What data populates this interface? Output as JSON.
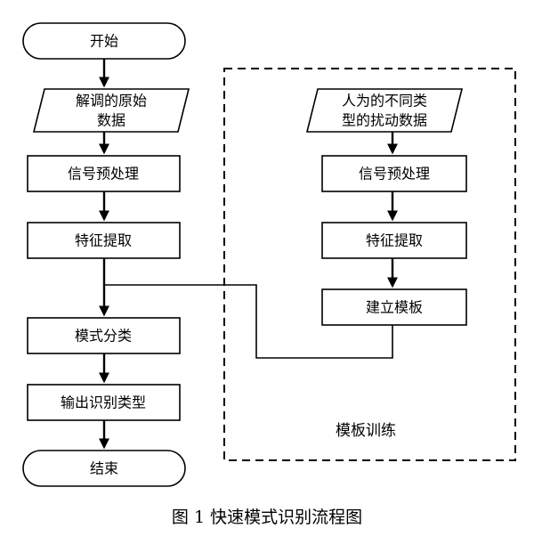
{
  "flow": {
    "start": "开始",
    "input_line1": "解调的原始",
    "input_line2": "数据",
    "preprocess": "信号预处理",
    "feature": "特征提取",
    "classify": "模式分类",
    "output": "输出识别类型",
    "end": "结束"
  },
  "training": {
    "title": "模板训练",
    "input_line1": "人为的不同类",
    "input_line2": "型的扰动数据",
    "preprocess": "信号预处理",
    "feature": "特征提取",
    "build": "建立模板"
  },
  "caption": "图 1  快速模式识别流程图"
}
